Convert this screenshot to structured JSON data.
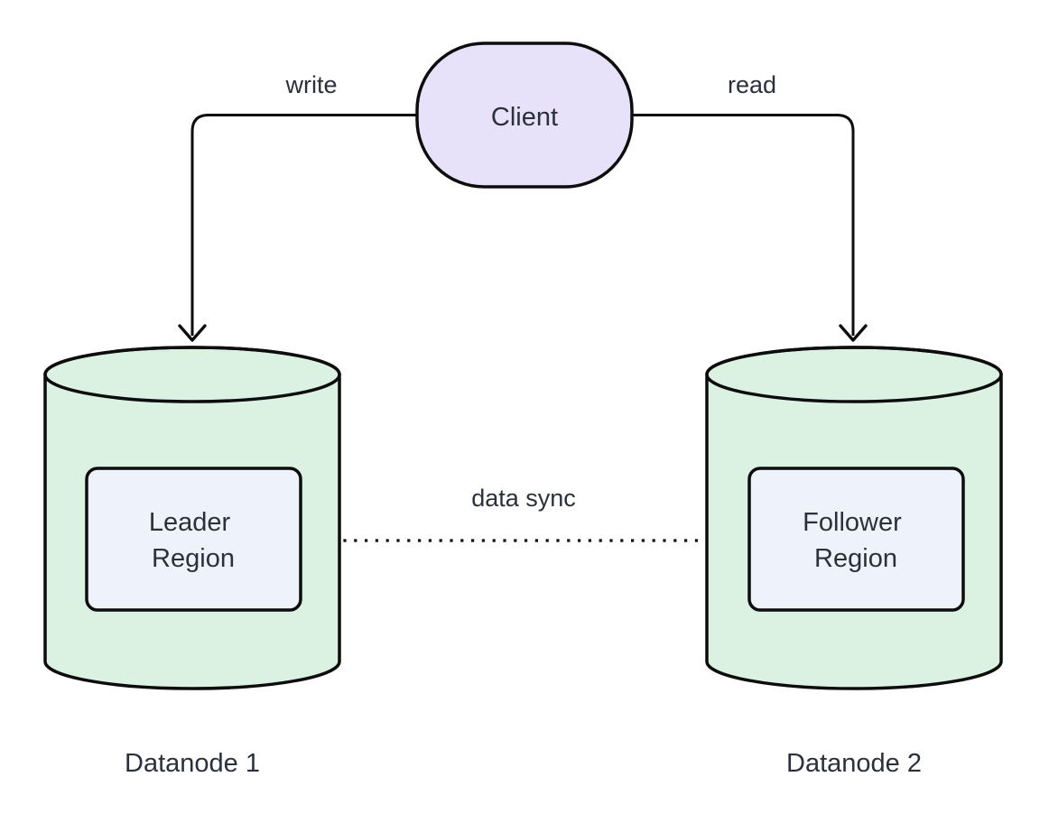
{
  "diagram": {
    "client": {
      "label": "Client"
    },
    "edges": {
      "write": {
        "label": "write"
      },
      "read": {
        "label": "read"
      },
      "sync": {
        "label": "data sync"
      }
    },
    "datanode1": {
      "caption": "Datanode 1",
      "region": {
        "line1": "Leader",
        "line2": "Region"
      }
    },
    "datanode2": {
      "caption": "Datanode 2",
      "region": {
        "line1": "Follower",
        "line2": "Region"
      }
    }
  },
  "colors": {
    "background": "#ffffff",
    "client_fill": "#e7e2f9",
    "cylinder_fill": "#dbf2e3",
    "region_fill": "#eef2fb",
    "stroke": "#0d0d0d",
    "text": "#2b303b"
  }
}
